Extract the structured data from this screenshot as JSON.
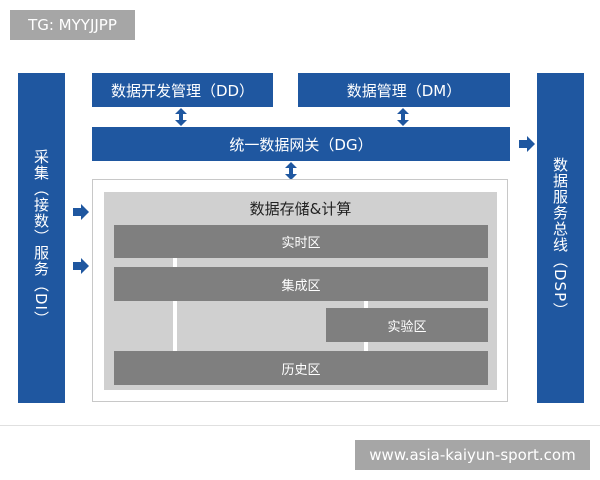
{
  "watermark_top": "TG: MYYJJPP",
  "watermark_bottom": "www.asia-kaiyun-sport.com",
  "colors": {
    "primary_blue": "#1f57a0",
    "zone_gray": "#7f7f7f",
    "storage_bg": "#d0d0d0",
    "tag_gray": "#a6a6a6"
  },
  "left_panel": {
    "label": "采集（接数）服务（DI）"
  },
  "right_panel": {
    "label": "数据服务总线（DSP）"
  },
  "top_boxes": [
    {
      "label": "数据开发管理（DD）"
    },
    {
      "label": "数据管理（DM）"
    }
  ],
  "gateway": {
    "label": "统一数据网关（DG）"
  },
  "storage": {
    "title": "数据存储&计算",
    "zones": [
      {
        "label": "实时区"
      },
      {
        "label": "集成区"
      },
      {
        "label": "实验区"
      },
      {
        "label": "历史区"
      }
    ]
  },
  "connectors": {
    "left_arrows": [
      "arrow-right",
      "arrow-right"
    ],
    "right_arrow": "arrow-right",
    "bidirectional": [
      "dd-gateway",
      "dm-gateway"
    ],
    "gateway_to_storage": "arrow-down"
  }
}
